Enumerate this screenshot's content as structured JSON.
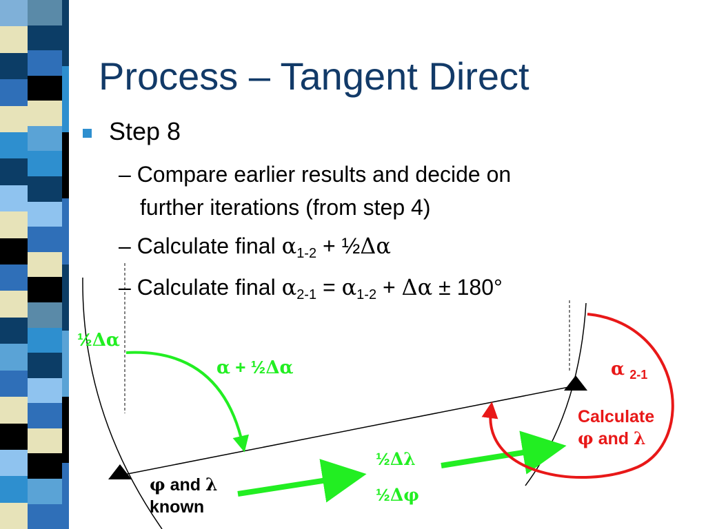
{
  "slide": {
    "title": "Process – Tangent Direct",
    "step": "Step 8",
    "lines": [
      {
        "dash": "–",
        "text": "Compare earlier results and decide on"
      },
      {
        "text": "further iterations (from step 4)"
      },
      {
        "dash": "–",
        "pre": "Calculate final ",
        "a1": "α",
        "s1": "1-2",
        "post": " + ½",
        "d": "Δ",
        "a2": "α"
      },
      {
        "dash": "–",
        "pre": "Calculate final ",
        "a1": "α",
        "s1": "2-1",
        "eq": " = ",
        "a2": "α",
        "s2": "1-2",
        "plus": " + ",
        "d": "Δ",
        "a3": "α",
        "rest": " ± 180°"
      }
    ]
  },
  "diagram": {
    "half_dalpha": {
      "half": "½",
      "sym": "Δα"
    },
    "alpha_plus": {
      "a": "α",
      "plus": " + ½",
      "sym": "Δα"
    },
    "alpha_21": {
      "a": "α",
      "sub": "2-1"
    },
    "calculate": {
      "line1": "Calculate",
      "phi": "φ",
      "and": " and ",
      "lambda": "λ"
    },
    "half_dlambda": {
      "half": "½",
      "sym": "Δλ"
    },
    "half_dphi": {
      "half": "½",
      "sym": "Δφ"
    },
    "known": {
      "phi": "φ",
      "and": " and ",
      "lambda": "λ",
      "line2": "known"
    }
  },
  "colors": {
    "title": "#123a68",
    "green": "#22ee22",
    "red": "#e81818",
    "bullet": "#2e8fcf",
    "stripes": [
      "#2f6fb8",
      "#0c3d66",
      "#e7e3b9",
      "#5aa3d6",
      "#000000",
      "#2e8fcf",
      "#8fc3ef"
    ]
  }
}
